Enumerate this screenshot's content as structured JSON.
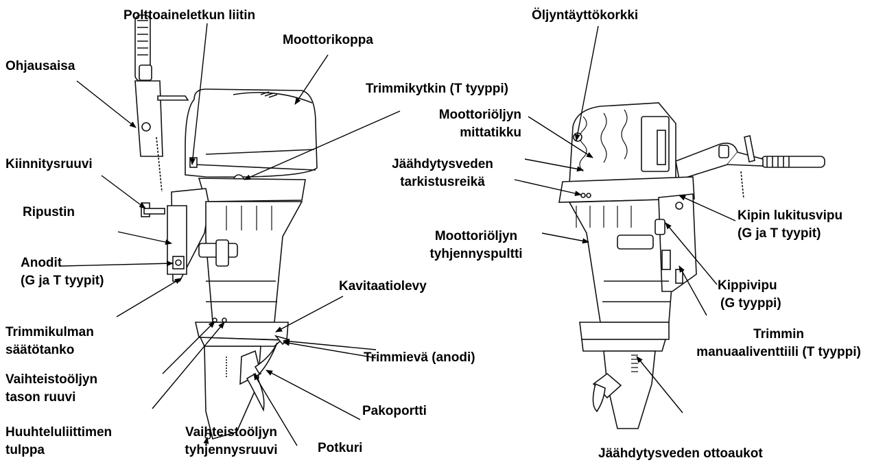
{
  "labels": {
    "polttoaineletku": "Polttoaineletkun liitin",
    "moottorikoppa": "Moottorikoppa",
    "ohjausaisa": "Ohjausaisa",
    "kiinnitysruuvi": "Kiinnitysruuvi",
    "ripustin": "Ripustin",
    "anodit": [
      "Anodit",
      "(G ja T tyypit)"
    ],
    "trimmikulman": [
      "Trimmikulman",
      "säätötanko"
    ],
    "vaihteistooljyn_taso": [
      "Vaihteistoöljyn",
      "tason ruuvi"
    ],
    "huuhtelu": [
      "Huuhteluliittimen",
      "tulppa"
    ],
    "vaihteisto_tyhjennys": [
      "Vaihteistoöljyn",
      "tyhjennysruuvi"
    ],
    "potkuri": "Potkuri",
    "pakoportti": "Pakoportti",
    "trimmieva": "Trimmievä (anodi)",
    "kavitaatiolevy": "Kavitaatiolevy",
    "moottorioljyn_tyhjennys": [
      "Moottoriöljyn",
      "tyhjennyspultti"
    ],
    "trimmikytkin": "Trimmikytkin (T tyyppi)",
    "oljyntayttokorkki": "Öljyntäyttökorkki",
    "mittatikku": [
      "Moottoriöljyn",
      "mittatikku"
    ],
    "jaahdytys_tarkistus": [
      "Jäähdytysveden",
      "tarkistusreikä"
    ],
    "kipin_lukitus": [
      "Kipin lukitusvipu",
      "(G ja T tyypit)"
    ],
    "kippivipu": [
      "Kippivipu",
      "(G  tyyppi)"
    ],
    "trimmin_manuaali": [
      "Trimmin",
      "manuaaliventtiili (T tyyppi)"
    ],
    "jaahdytys_otto": "Jäähdytysveden ottoaukot"
  }
}
